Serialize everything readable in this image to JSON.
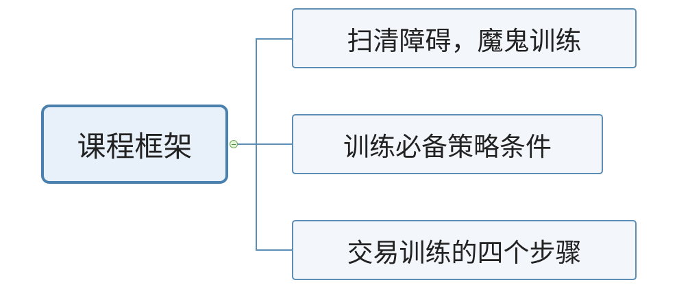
{
  "root": {
    "label": "课程框架"
  },
  "children": [
    {
      "label": "扫清障碍，魔鬼训练"
    },
    {
      "label": "训练必备策略条件"
    },
    {
      "label": "交易训练的四个步骤"
    }
  ],
  "colors": {
    "border": "#4a80ad",
    "fill": "#e8f0fa"
  }
}
